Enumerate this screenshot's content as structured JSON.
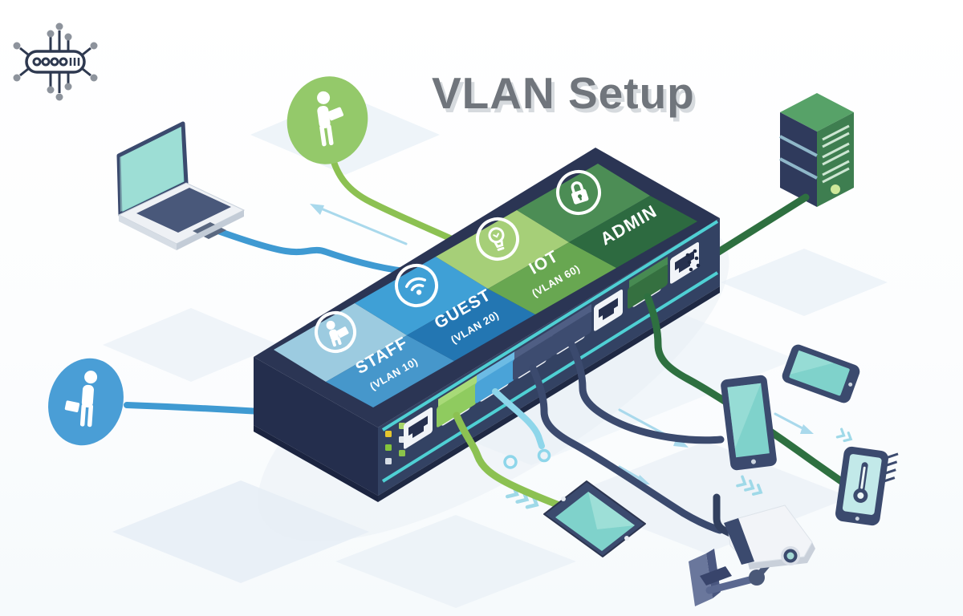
{
  "title": "VLAN Setup",
  "logo": {
    "icon": "circuit-switch-logo"
  },
  "switch": {
    "name": "8-port-switch",
    "port_count": 8,
    "vlans": [
      {
        "label": "STAFF",
        "vlan_label": "(VLAN 10)",
        "icon": "person-icon",
        "color_back": "#9ccbe0",
        "color_front": "#4697cb"
      },
      {
        "label": "GUEST",
        "vlan_label": "(VLAN 20)",
        "icon": "wifi-icon",
        "color_back": "#3fa0d6",
        "color_front": "#2376b2"
      },
      {
        "label": "IOT",
        "vlan_label": "(VLAN 60)",
        "icon": "lightbulb-icon",
        "color_back": "#a6cf78",
        "color_front": "#68a751"
      },
      {
        "label": "ADMIN",
        "vlan_label": "",
        "icon": "padlock-icon",
        "color_back": "#4c8d55",
        "color_front": "#2d6a40"
      }
    ]
  },
  "devices": [
    {
      "icon": "laptop-icon"
    },
    {
      "icon": "user-bubble-icon-green"
    },
    {
      "icon": "user-bubble-icon-blue"
    },
    {
      "icon": "server-icon"
    },
    {
      "icon": "smartphone-icon"
    },
    {
      "icon": "tablet-upright-icon"
    },
    {
      "icon": "tablet-flat-icon"
    },
    {
      "icon": "thermostat-icon"
    },
    {
      "icon": "security-camera-icon"
    }
  ],
  "colors": {
    "cable_blue": "#3f9ad2",
    "cable_green": "#8cc152",
    "cable_teal": "#8ed6ea",
    "cable_navy": "#3b4a6e",
    "cable_dark_green": "#2e7040",
    "arrow": "#a9d9ec",
    "switch_body": "#2b3554",
    "switch_left": "#242e4d",
    "switch_front": "#334263",
    "accent_stripe": "#4fd0d4"
  }
}
